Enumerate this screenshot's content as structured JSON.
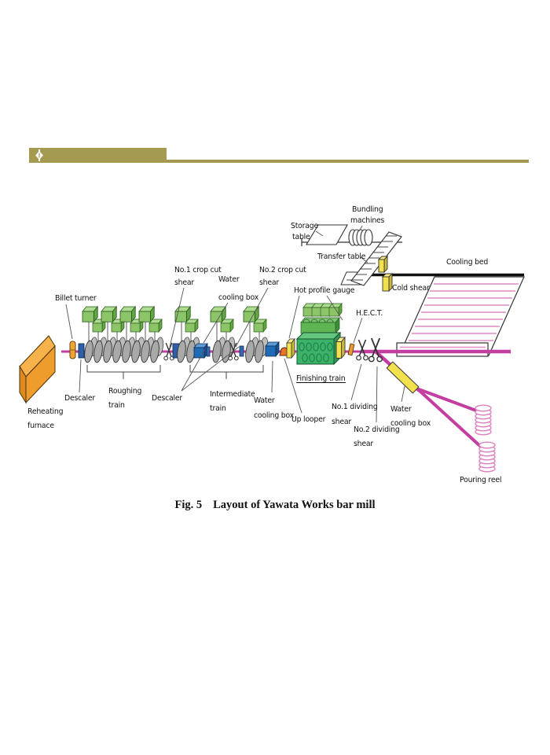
{
  "header": {
    "bullet_icon": "diamond-bullet",
    "bar_color": "#A49A50"
  },
  "figure": {
    "caption_fig": "Fig. 5",
    "caption_title": "Layout of Yawata Works bar mill",
    "labels": {
      "storage_table": [
        "Storage",
        "table"
      ],
      "bundling_machines": [
        "Bundling",
        "machines"
      ],
      "transfer_table": "Transfer table",
      "cooling_bed": "Cooling bed",
      "cold_shear": "Cold shear",
      "hot_profile_gauge": "Hot profile gauge",
      "hect": "H.E.C.T.",
      "no1_crop_cut_shear": [
        "No.1 crop cut",
        "shear"
      ],
      "water_cooling_box_top": [
        "Water",
        "cooling box"
      ],
      "no2_crop_cut_shear": [
        "No.2 crop cut",
        "shear"
      ],
      "billet_turner": "Billet turner",
      "descaler_1": "Descaler",
      "roughing_train": [
        "Roughing",
        "train"
      ],
      "descaler_2": "Descaler",
      "intermediate_train": [
        "Intermediate",
        "train"
      ],
      "water_cooling_box_mid": [
        "Water",
        "cooling box"
      ],
      "up_looper": "Up looper",
      "finishing_train": "Finishing train",
      "no1_dividing_shear": [
        "No.1 dividing",
        "shear"
      ],
      "no2_dividing_shear": [
        "No.2 dividing",
        "shear"
      ],
      "water_cooling_box_reel": [
        "Water",
        "cooling box"
      ],
      "pouring_reel": "Pouring reel",
      "reheating_furnace": [
        "Reheating",
        "furnace"
      ]
    },
    "colors": {
      "olive": "#A49A50",
      "magenta": "#C43DA0",
      "bedpink": "#E08CC6",
      "green": "#8CC567",
      "blue": "#1F6BB5",
      "yellow": "#F2E04E",
      "furnace_orange": "#EE9C2C",
      "looper_orange": "#E8742A",
      "reel_pink": "#DC82BE",
      "roller_gray": "#A9A9A9"
    }
  }
}
